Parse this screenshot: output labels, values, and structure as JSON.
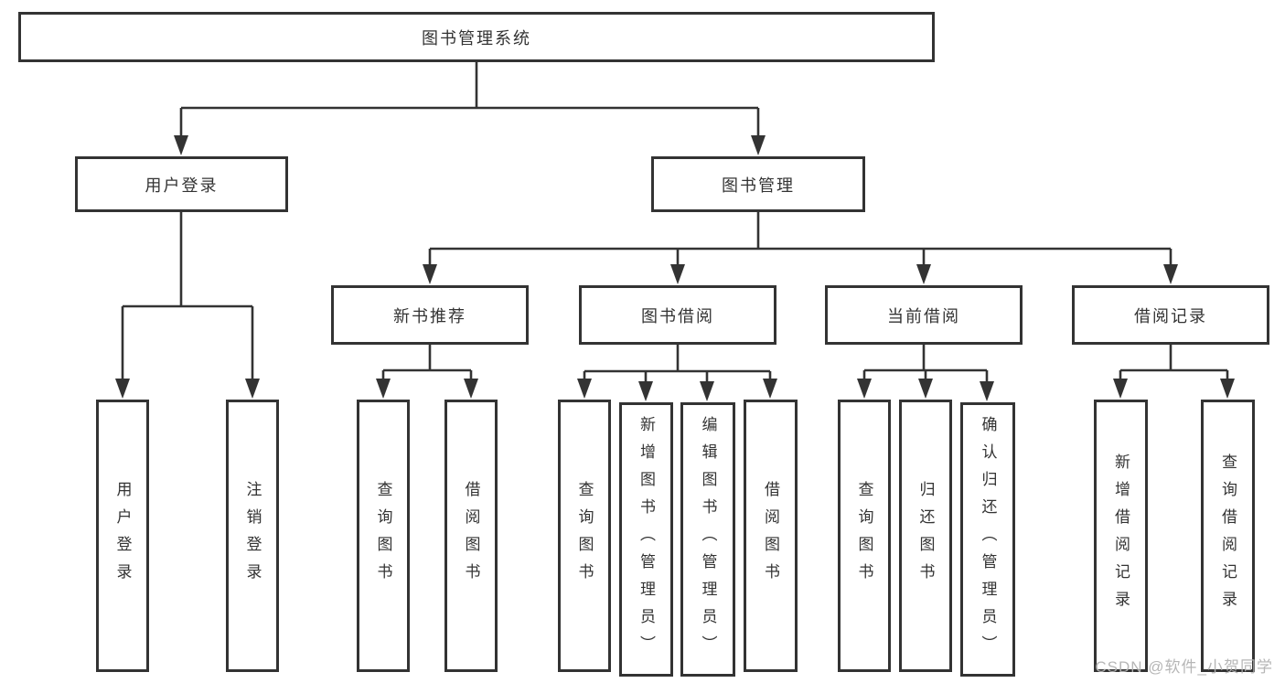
{
  "diagram": {
    "root": {
      "label": "图书管理系统"
    },
    "level2": [
      {
        "id": "user-login",
        "label": "用户登录"
      },
      {
        "id": "book-management",
        "label": "图书管理"
      }
    ],
    "level3": [
      {
        "id": "new-book-recommend",
        "label": "新书推荐"
      },
      {
        "id": "book-borrow",
        "label": "图书借阅"
      },
      {
        "id": "current-borrow",
        "label": "当前借阅"
      },
      {
        "id": "borrow-records",
        "label": "借阅记录"
      }
    ],
    "leaves": {
      "user_login": [
        "用户登录",
        "注销登录"
      ],
      "new_book": [
        "查询图书",
        "借阅图书"
      ],
      "book_borrow": [
        "查询图书",
        "新增图书（管理员）",
        "编辑图书（管理员）",
        "借阅图书"
      ],
      "current_borrow": [
        "查询图书",
        "归还图书",
        "确认归还（管理员）"
      ],
      "borrow_records": [
        "新增借阅记录",
        "查询借阅记录"
      ]
    }
  },
  "watermark": {
    "text": "CSDN @软件_小贺同学",
    "color": "#b3b3b3"
  },
  "colors": {
    "line": "#333333",
    "border": "#333333",
    "text": "#333333",
    "background": "#ffffff"
  }
}
